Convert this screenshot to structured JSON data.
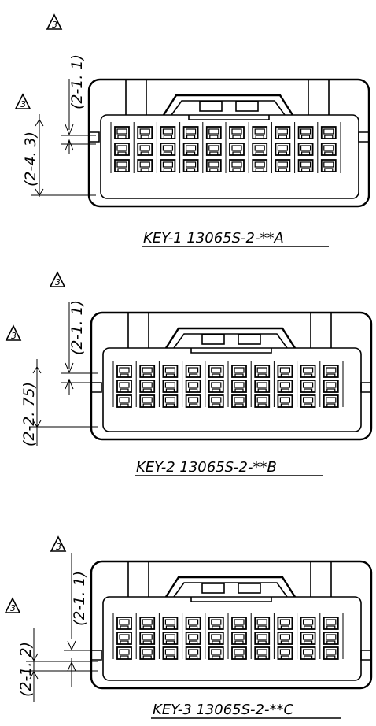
{
  "views": [
    {
      "key_label": "KEY-1  13065S-2-**A",
      "dim_upper": "(2-1. 1)",
      "dim_lower": "(2-4. 3)",
      "rev_mark": "3"
    },
    {
      "key_label": "KEY-2  13065S-2-**B",
      "dim_upper": "(2-1. 1)",
      "dim_lower": "(2-2. 75)",
      "rev_mark": "3"
    },
    {
      "key_label": "KEY-3  13065S-2-**C",
      "dim_upper": "(2-1. 1)",
      "dim_lower": "(2-1. 2)",
      "rev_mark": "3"
    }
  ]
}
